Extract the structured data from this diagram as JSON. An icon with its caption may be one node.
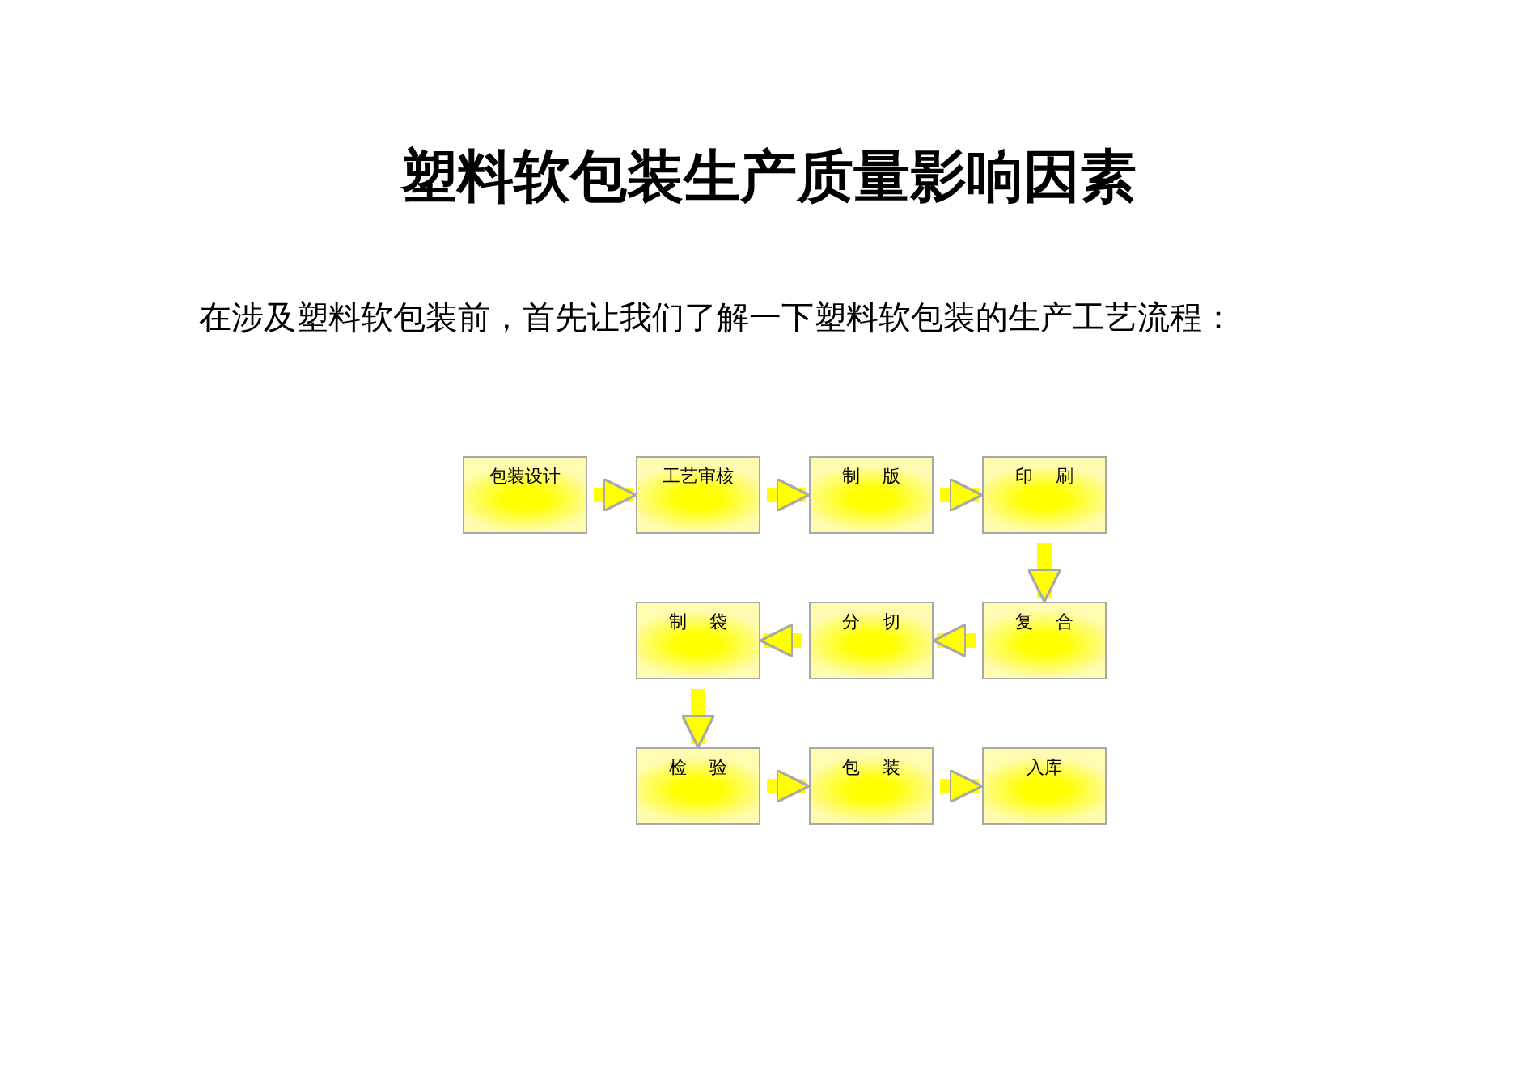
{
  "diagram": {
    "title": "塑料软包装生产质量影响因素",
    "caption": "在涉及塑料软包装前，首先让我们了解一下塑料软包装的生产工艺流程：",
    "nodes": [
      {
        "text": [
          "包装设计"
        ]
      },
      {
        "text": [
          "工艺审核"
        ]
      },
      {
        "text": [
          "制 版"
        ]
      },
      {
        "text": [
          "印 刷"
        ]
      },
      {
        "text": [
          "制 袋"
        ]
      },
      {
        "text": [
          "分 切"
        ]
      },
      {
        "text": [
          "复 合"
        ]
      },
      {
        "text": [
          "检 验"
        ]
      },
      {
        "text": [
          "包 装"
        ]
      },
      {
        "text": [
          "入库"
        ]
      }
    ],
    "edges": [
      {
        "from": 0,
        "to": 1,
        "arrow": "to"
      },
      {
        "from": 1,
        "to": 2,
        "arrow": "to"
      },
      {
        "from": 2,
        "to": 3,
        "arrow": "to"
      },
      {
        "from": 3,
        "to": 6,
        "arrow": "to"
      },
      {
        "from": 6,
        "to": 5,
        "arrow": "to"
      },
      {
        "from": 5,
        "to": 4,
        "arrow": "to"
      },
      {
        "from": 4,
        "to": 7,
        "arrow": "to"
      },
      {
        "from": 7,
        "to": 8,
        "arrow": "to"
      },
      {
        "from": 8,
        "to": 9,
        "arrow": "to"
      }
    ]
  }
}
